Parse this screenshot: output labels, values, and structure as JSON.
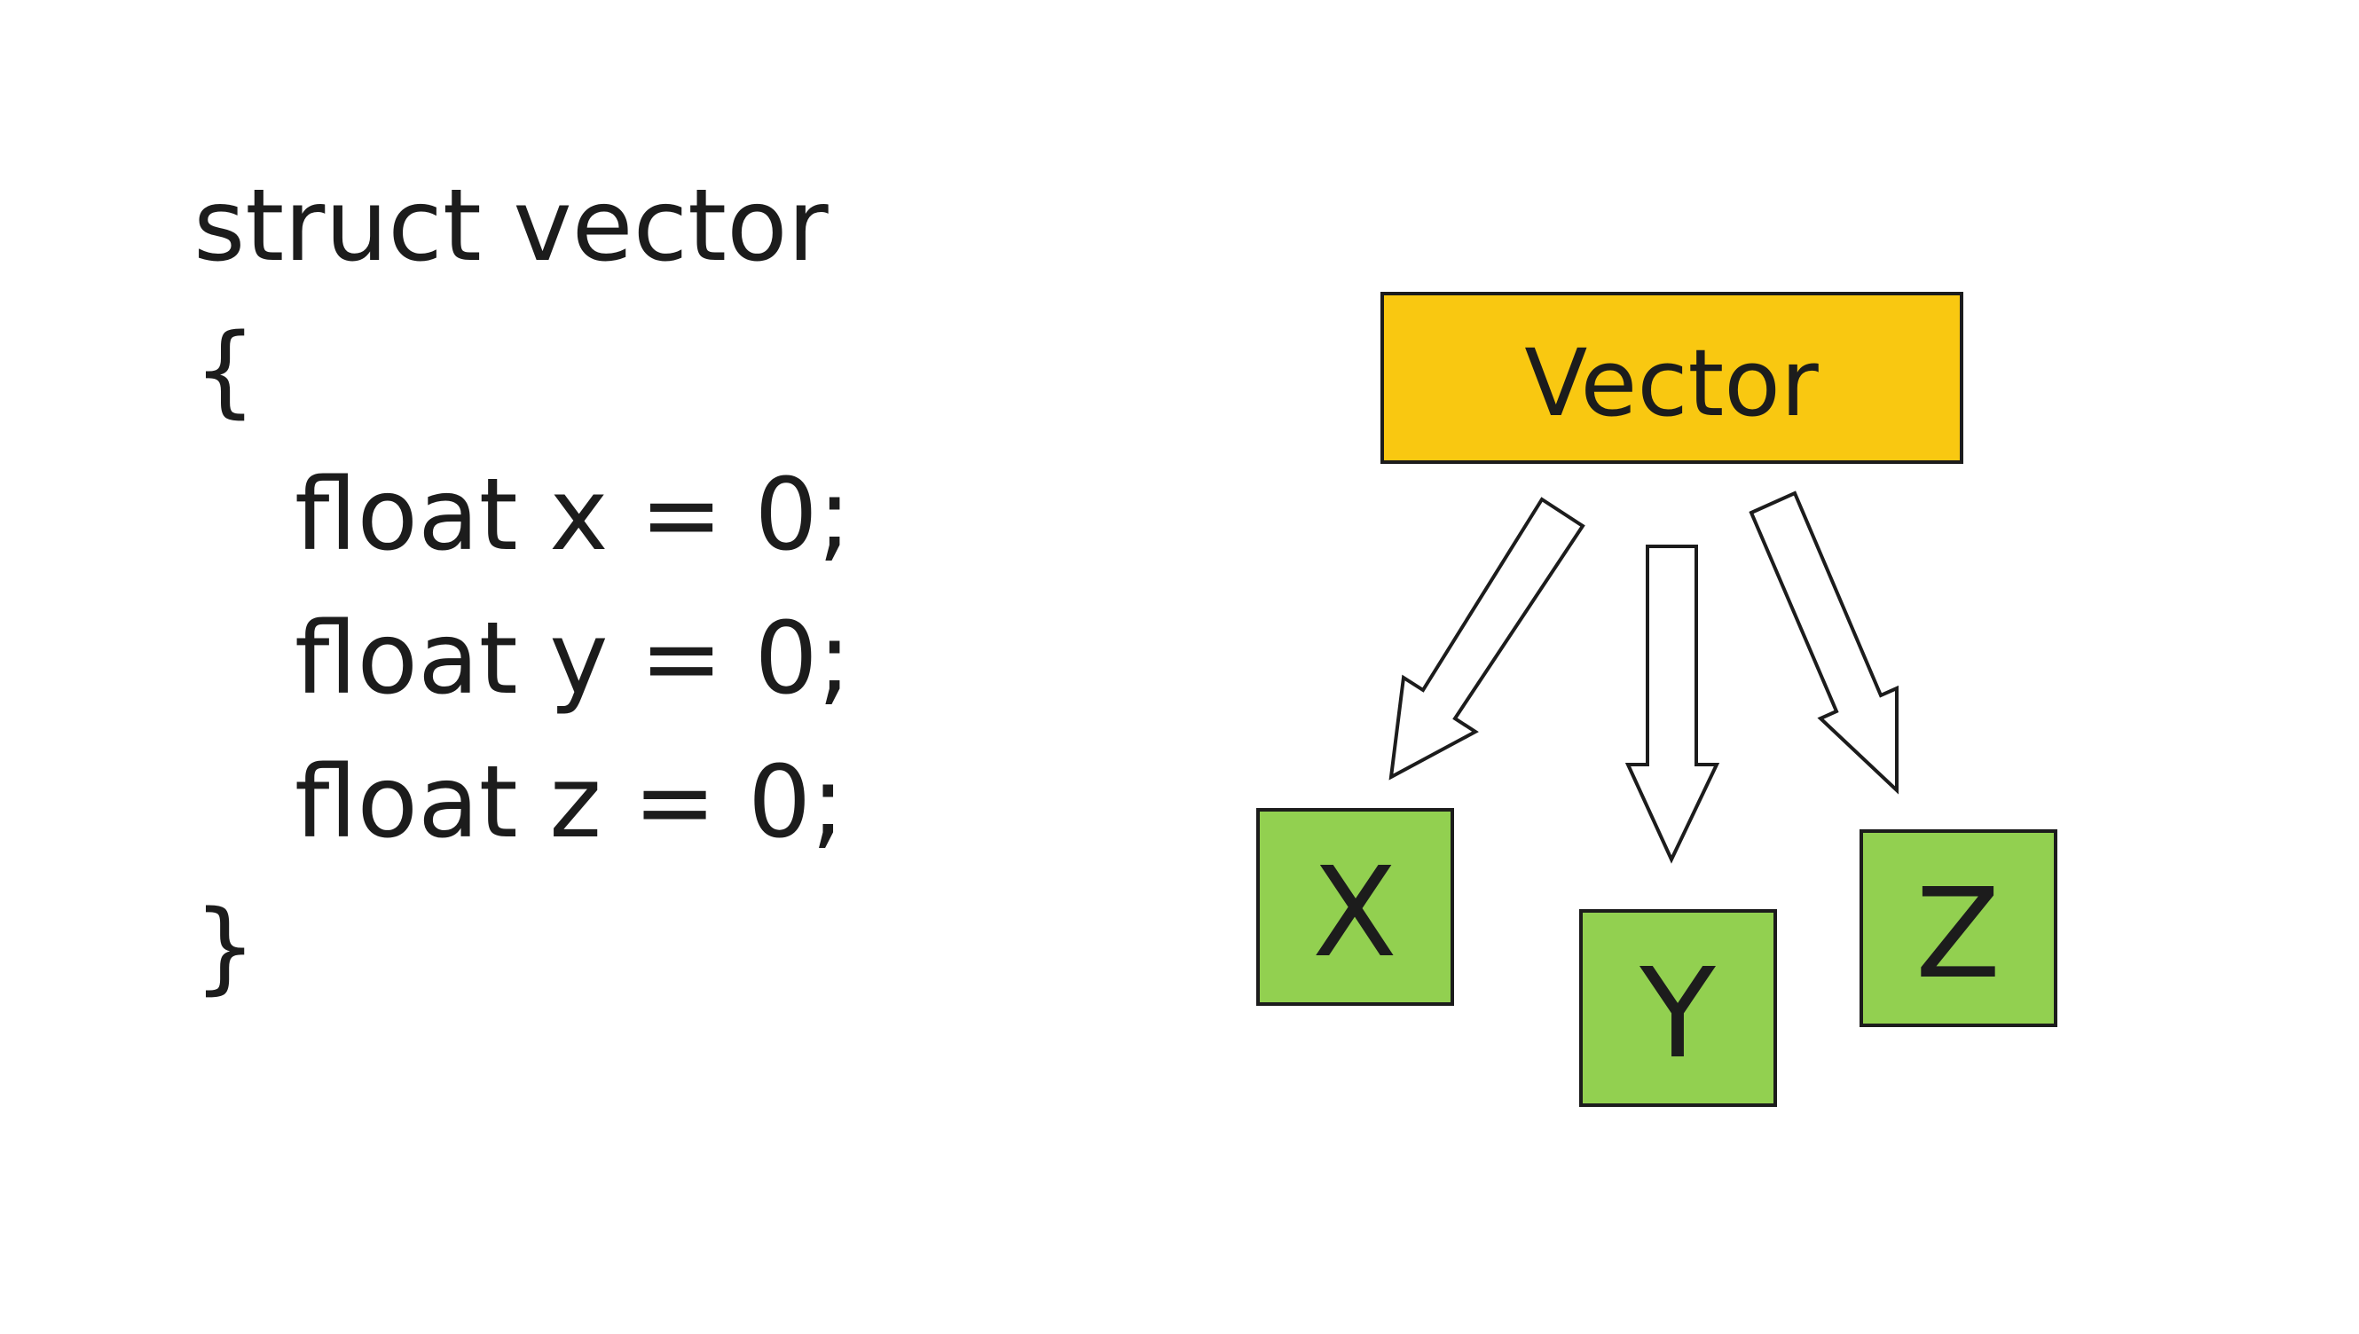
{
  "code": {
    "lines": [
      "struct vector",
      "{",
      "float x = 0;",
      "float y = 0;",
      "float z = 0;",
      "}"
    ]
  },
  "diagram": {
    "root": {
      "label": "Vector",
      "fill": "#F9C811"
    },
    "children": [
      {
        "label": "X",
        "fill": "#92D050"
      },
      {
        "label": "Y",
        "fill": "#92D050"
      },
      {
        "label": "Z",
        "fill": "#92D050"
      }
    ],
    "stroke": "#1c1c1c"
  }
}
